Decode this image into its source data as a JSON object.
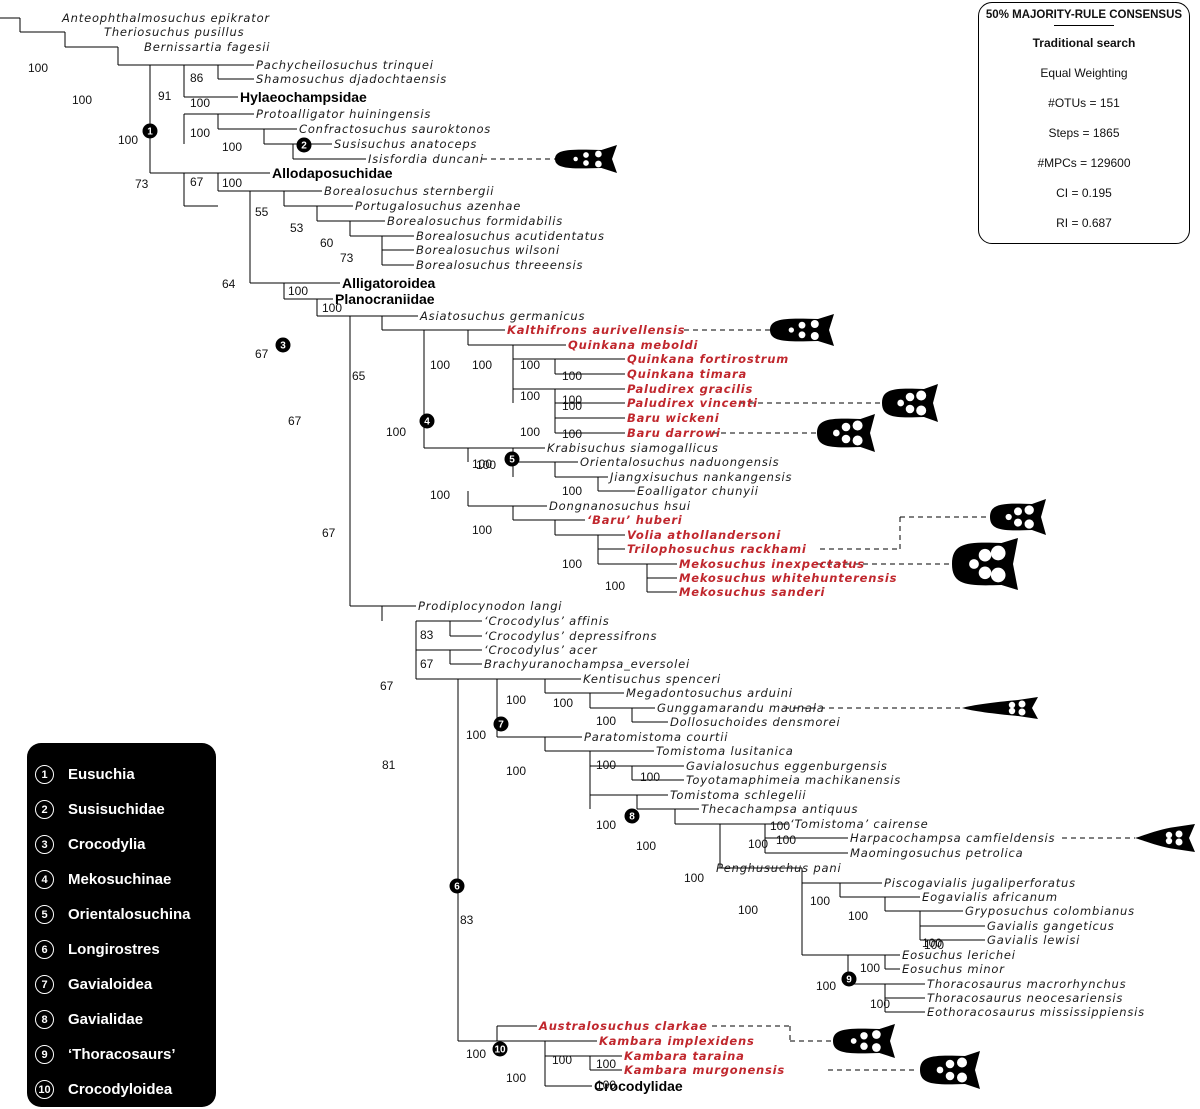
{
  "stats": {
    "title": "50% MAJORITY-RULE CONSENSUS",
    "search": "Traditional search",
    "weighting": "Equal Weighting",
    "otus": "#OTUs = 151",
    "steps": "Steps = 1865",
    "mpcs": "#MPCs = 129600",
    "ci": "CI = 0.195",
    "ri": "RI = 0.687"
  },
  "legend": [
    {
      "num": "1",
      "name": "Eusuchia"
    },
    {
      "num": "2",
      "name": "Susisuchidae"
    },
    {
      "num": "3",
      "name": "Crocodylia"
    },
    {
      "num": "4",
      "name": "Mekosuchinae"
    },
    {
      "num": "5",
      "name": "Orientalosuchina"
    },
    {
      "num": "6",
      "name": "Longirostres"
    },
    {
      "num": "7",
      "name": "Gavialoidea"
    },
    {
      "num": "8",
      "name": "Gavialidae"
    },
    {
      "num": "9",
      "name": "‘Thoracosaurs’"
    },
    {
      "num": "10",
      "name": "Crocodyloidea"
    }
  ],
  "colors": {
    "highlight": "#c0272d",
    "line": "#000000"
  },
  "tree": {
    "taxa": [
      {
        "id": "t1",
        "name": "Anteophthalmosuchus epikrator",
        "type": "species"
      },
      {
        "id": "t2",
        "name": "Theriosuchus pusillus",
        "type": "species"
      },
      {
        "id": "t3",
        "name": "Bernissartia fagesii",
        "type": "species"
      },
      {
        "id": "t4",
        "name": "Pachycheilosuchus trinquei",
        "type": "species"
      },
      {
        "id": "t5",
        "name": "Shamosuchus djadochtaensis",
        "type": "species"
      },
      {
        "id": "t6",
        "name": "Hylaeochampsidae",
        "type": "clade"
      },
      {
        "id": "t7",
        "name": "Protoalligator huiningensis",
        "type": "species"
      },
      {
        "id": "t8",
        "name": "Confractosuchus sauroktonos",
        "type": "species"
      },
      {
        "id": "t9",
        "name": "Susisuchus anatoceps",
        "type": "species"
      },
      {
        "id": "t10",
        "name": "Isisfordia duncani",
        "type": "species"
      },
      {
        "id": "t11",
        "name": "Allodaposuchidae",
        "type": "clade"
      },
      {
        "id": "t12",
        "name": "Borealosuchus sternbergii",
        "type": "species"
      },
      {
        "id": "t13",
        "name": "Portugalosuchus azenhae",
        "type": "species"
      },
      {
        "id": "t14",
        "name": "Borealosuchus formidabilis",
        "type": "species"
      },
      {
        "id": "t15",
        "name": "Borealosuchus acutidentatus",
        "type": "species"
      },
      {
        "id": "t16",
        "name": "Borealosuchus wilsoni",
        "type": "species"
      },
      {
        "id": "t17",
        "name": "Borealosuchus threeensis",
        "type": "species"
      },
      {
        "id": "t18",
        "name": "Alligatoroidea",
        "type": "clade"
      },
      {
        "id": "t19",
        "name": "Planocraniidae",
        "type": "clade"
      },
      {
        "id": "t20",
        "name": "Asiatosuchus germanicus",
        "type": "species"
      },
      {
        "id": "t21",
        "name": "Kalthifrons aurivellensis",
        "type": "red"
      },
      {
        "id": "t22",
        "name": "Quinkana meboldi",
        "type": "red"
      },
      {
        "id": "t23",
        "name": "Quinkana fortirostrum",
        "type": "red"
      },
      {
        "id": "t24",
        "name": "Quinkana timara",
        "type": "red"
      },
      {
        "id": "t25",
        "name": "Paludirex gracilis",
        "type": "red"
      },
      {
        "id": "t26",
        "name": "Paludirex vincenti",
        "type": "red"
      },
      {
        "id": "t27",
        "name": "Baru wickeni",
        "type": "red"
      },
      {
        "id": "t28",
        "name": "Baru darrowi",
        "type": "red"
      },
      {
        "id": "t29",
        "name": "Krabisuchus siamogallicus",
        "type": "species"
      },
      {
        "id": "t30",
        "name": "Orientalosuchus naduongensis",
        "type": "species"
      },
      {
        "id": "t31",
        "name": "Jiangxisuchus nankangensis",
        "type": "species"
      },
      {
        "id": "t32",
        "name": "Eoalligator chunyii",
        "type": "species"
      },
      {
        "id": "t33",
        "name": "Dongnanosuchus hsui",
        "type": "species"
      },
      {
        "id": "t34",
        "name": "‘Baru’ huberi",
        "type": "red"
      },
      {
        "id": "t35",
        "name": "Volia athollandersoni",
        "type": "red"
      },
      {
        "id": "t36",
        "name": "Trilophosuchus rackhami",
        "type": "red"
      },
      {
        "id": "t37",
        "name": "Mekosuchus inexpectatus",
        "type": "red"
      },
      {
        "id": "t38",
        "name": "Mekosuchus whitehunterensis",
        "type": "red"
      },
      {
        "id": "t39",
        "name": "Mekosuchus sanderi",
        "type": "red"
      },
      {
        "id": "t40",
        "name": "Prodiplocynodon langi",
        "type": "species"
      },
      {
        "id": "t41",
        "name": "‘Crocodylus’ affinis",
        "type": "species"
      },
      {
        "id": "t42",
        "name": "‘Crocodylus’ depressifrons",
        "type": "species"
      },
      {
        "id": "t43",
        "name": "‘Crocodylus’ acer",
        "type": "species"
      },
      {
        "id": "t44",
        "name": "Brachyuranochampsa_eversolei",
        "type": "species"
      },
      {
        "id": "t45",
        "name": "Kentisuchus spenceri",
        "type": "species"
      },
      {
        "id": "t46",
        "name": "Megadontosuchus arduini",
        "type": "species"
      },
      {
        "id": "t47",
        "name": "Gunggamarandu maunala",
        "type": "species"
      },
      {
        "id": "t48",
        "name": "Dollosuchoides densmorei",
        "type": "species"
      },
      {
        "id": "t49",
        "name": "Paratomistoma courtii",
        "type": "species"
      },
      {
        "id": "t50",
        "name": "Tomistoma lusitanica",
        "type": "species"
      },
      {
        "id": "t51",
        "name": "Gavialosuchus eggenburgensis",
        "type": "species"
      },
      {
        "id": "t52",
        "name": "Toyotamaphimeia machikanensis",
        "type": "species"
      },
      {
        "id": "t53",
        "name": "Tomistoma schlegelii",
        "type": "species"
      },
      {
        "id": "t54",
        "name": "Thecachampsa antiquus",
        "type": "species"
      },
      {
        "id": "t55",
        "name": "‘Tomistoma’ cairense",
        "type": "species"
      },
      {
        "id": "t56",
        "name": "Harpacochampsa camfieldensis",
        "type": "species"
      },
      {
        "id": "t57",
        "name": "Maomingosuchus petrolica",
        "type": "species"
      },
      {
        "id": "t58",
        "name": "Penghusuchus pani",
        "type": "species"
      },
      {
        "id": "t59",
        "name": "Piscogavialis jugaliperforatus",
        "type": "species"
      },
      {
        "id": "t60",
        "name": "Eogavialis africanum",
        "type": "species"
      },
      {
        "id": "t61",
        "name": "Gryposuchus colombianus",
        "type": "species"
      },
      {
        "id": "t62",
        "name": "Gavialis gangeticus",
        "type": "species"
      },
      {
        "id": "t63",
        "name": "Gavialis lewisi",
        "type": "species"
      },
      {
        "id": "t64",
        "name": "Eosuchus lerichei",
        "type": "species"
      },
      {
        "id": "t65",
        "name": "Eosuchus minor",
        "type": "species"
      },
      {
        "id": "t66",
        "name": "Thoracosaurus macrorhynchus",
        "type": "species"
      },
      {
        "id": "t67",
        "name": "Thoracosaurus neocesariensis",
        "type": "species"
      },
      {
        "id": "t68",
        "name": "Eothoracosaurus mississippiensis",
        "type": "species"
      },
      {
        "id": "t69",
        "name": "Australosuchus clarkae",
        "type": "red"
      },
      {
        "id": "t70",
        "name": "Kambara implexidens",
        "type": "red"
      },
      {
        "id": "t71",
        "name": "Kambara taraina",
        "type": "red"
      },
      {
        "id": "t72",
        "name": "Kambara murgonensis",
        "type": "red"
      },
      {
        "id": "t73",
        "name": "Crocodylidae",
        "type": "clade"
      }
    ],
    "support_values": [
      "100",
      "100",
      "100",
      "86",
      "91",
      "100",
      "100",
      "67",
      "100",
      "73",
      "100",
      "55",
      "53",
      "60",
      "73",
      "67",
      "64",
      "100",
      "100",
      "67",
      "67",
      "65",
      "100",
      "100",
      "100",
      "100",
      "100",
      "100",
      "100",
      "100",
      "100",
      "100",
      "100",
      "100",
      "100",
      "100",
      "100",
      "100",
      "100",
      "67",
      "83",
      "67",
      "81",
      "83",
      "100",
      "100",
      "100",
      "100",
      "100",
      "100",
      "100",
      "100",
      "100",
      "100",
      "100",
      "100",
      "100",
      "100",
      "100",
      "100",
      "100",
      "100",
      "100",
      "100",
      "100",
      "100",
      "100",
      "100",
      "100",
      "100"
    ],
    "node_labels": [
      "1",
      "2",
      "3",
      "4",
      "5",
      "6",
      "7",
      "8",
      "9",
      "10"
    ]
  }
}
